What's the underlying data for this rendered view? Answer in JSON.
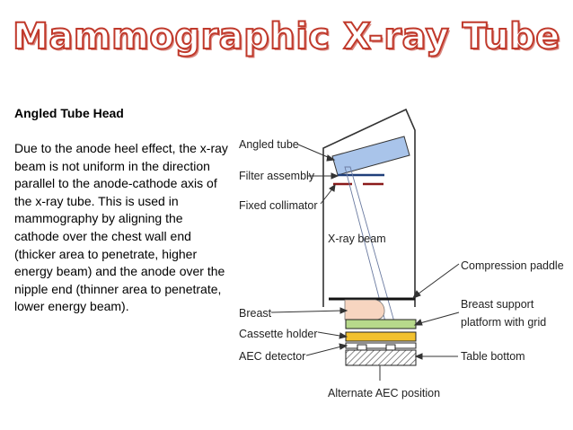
{
  "title": "Mammographic X-ray Tube",
  "text": {
    "heading": "Angled Tube Head",
    "body": "Due to the anode heel effect, the x-ray beam is not uniform in the direction parallel to the anode-cathode axis of the x-ray tube. This is used in mammography by aligning the cathode over the chest wall end (thicker area to penetrate, higher energy beam) and the anode over the nipple end (thinner area to penetrate, lower energy beam)."
  },
  "diagram": {
    "labels": {
      "angled_tube": "Angled tube",
      "filter_assembly": "Filter assembly",
      "fixed_collimator": "Fixed collimator",
      "xray_beam": "X-ray beam",
      "compression_paddle": "Compression paddle",
      "breast_support_line1": "Breast support",
      "breast_support_line2": "platform with grid",
      "breast": "Breast",
      "cassette_holder": "Cassette holder",
      "aec_detector": "AEC detector",
      "table_bottom": "Table bottom",
      "alternate_aec": "Alternate AEC position"
    },
    "colors": {
      "title_outline": "#c0392b",
      "tube_fill": "#a9c4ea",
      "filter_color": "#1f3f7a",
      "collimator_color": "#8b1a1a",
      "breast_fill": "#f7d5c0",
      "support_platform": "#b7d98b",
      "cassette_holder": "#f2c12e",
      "hatch": "#555555"
    }
  }
}
